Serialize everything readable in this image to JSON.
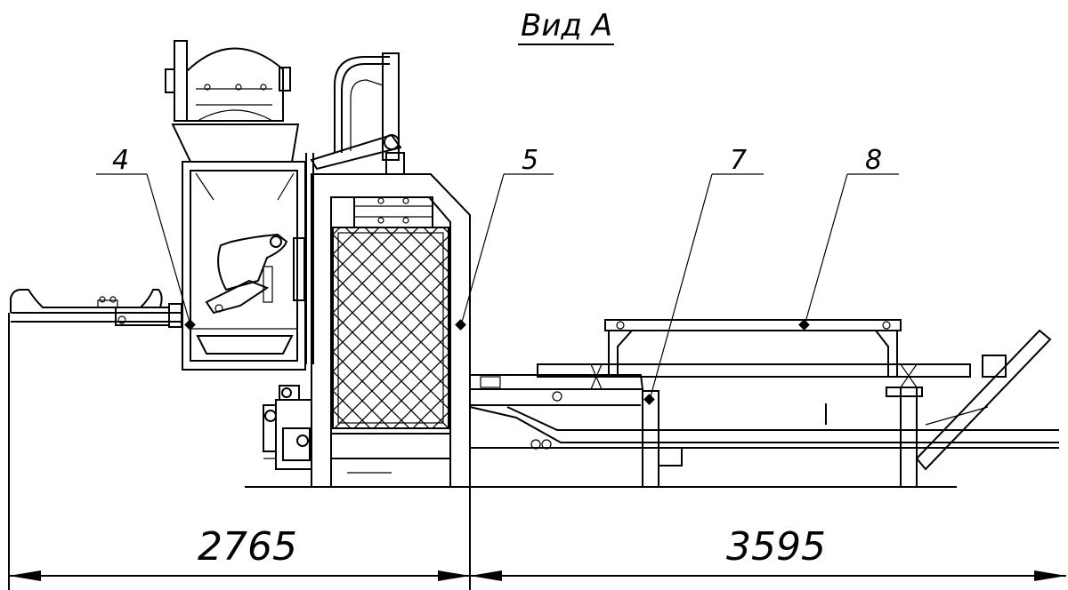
{
  "view_title": "Вид А",
  "callouts": [
    {
      "id": "callout-4",
      "label": "4"
    },
    {
      "id": "callout-5",
      "label": "5"
    },
    {
      "id": "callout-7",
      "label": "7"
    },
    {
      "id": "callout-8",
      "label": "8"
    }
  ],
  "dimensions": {
    "left": "2765",
    "right": "3595"
  }
}
